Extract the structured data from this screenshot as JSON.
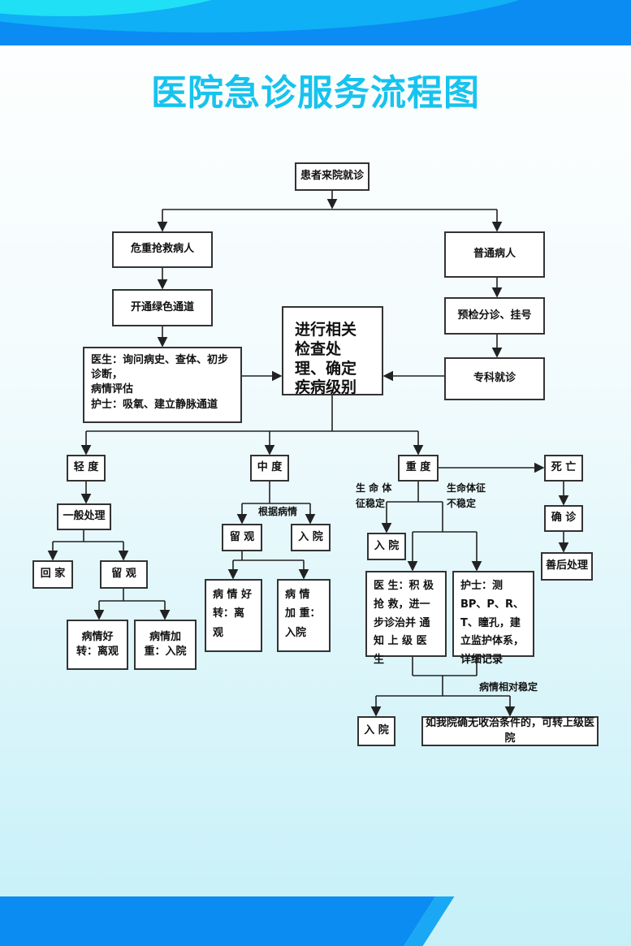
{
  "title": "医院急诊服务流程图",
  "nodes": {
    "arrival": "患者来院就诊",
    "critical": "危重抢救病人",
    "green_channel": "开通绿色通道",
    "doctor_nurse_1": "医生：询问病史、查体、初步诊断，",
    "doctor_nurse_2": "病情评估",
    "doctor_nurse_3": "护士：吸氧、建立静脉通道",
    "exam": "进行相关检查处理、确定疾病级别",
    "normal": "普通病人",
    "triage": "预检分诊、挂号",
    "specialist": "专科就诊",
    "mild": "轻 度",
    "moderate": "中 度",
    "severe": "重 度",
    "death": "死 亡",
    "general": "一般处理",
    "home": "回 家",
    "observe_l": "留 观",
    "better_l": "病情好转：离观",
    "worse_l": "病情加重：入院",
    "observe_m": "留 观",
    "admit_m": "入 院",
    "better_m": "病 情 好 转：离观",
    "worse_m": "病 情 加 重：入院",
    "admit_s": "入 院",
    "doctor_s": "医 生：积 极 抢 救，进一步诊治并 通 知 上 级 医 生",
    "nurse_s": "护士：测 BP、P、R、T、瞳孔，建立监护体系，详细记录",
    "admit_b": "入 院",
    "transfer": "如我院确无收治条件的，可转上级医院",
    "confirm": "确 诊",
    "aftercare": "善后处理"
  },
  "labels": {
    "by_condition": "根据病情",
    "stable": "生 命 体 征稳定",
    "unstable": "生命体征 不稳定",
    "relatively_stable": "病情相对稳定"
  }
}
